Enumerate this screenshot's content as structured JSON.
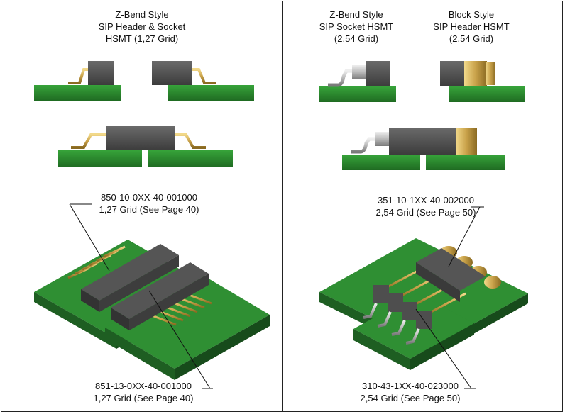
{
  "left_panel": {
    "title_lines": [
      "Z-Bend Style",
      "SIP Header & Socket",
      "HSMT (1,27 Grid)"
    ],
    "callout_top": [
      "850-10-0XX-40-001000",
      "1,27 Grid (See Page 40)"
    ],
    "callout_bottom": [
      "851-13-0XX-40-001000",
      "1,27 Grid (See Page 40)"
    ]
  },
  "right_panel": {
    "title_a_lines": [
      "Z-Bend Style",
      "SIP Socket HSMT",
      "(2,54 Grid)"
    ],
    "title_b_lines": [
      "Block Style",
      "SIP Header HSMT",
      "(2,54 Grid)"
    ],
    "callout_top": [
      "351-10-1XX-40-002000",
      "2,54 Grid (See Page 50)"
    ],
    "callout_bottom": [
      "310-43-1XX-40-023000",
      "2,54 Grid (See Page 50)"
    ]
  },
  "colors": {
    "pcb": "#2e8b2e",
    "pcb_dark": "#1f6b22",
    "body": "#4a4a4a",
    "gold": "#c9a24a",
    "silver": "#b9b9b9"
  }
}
